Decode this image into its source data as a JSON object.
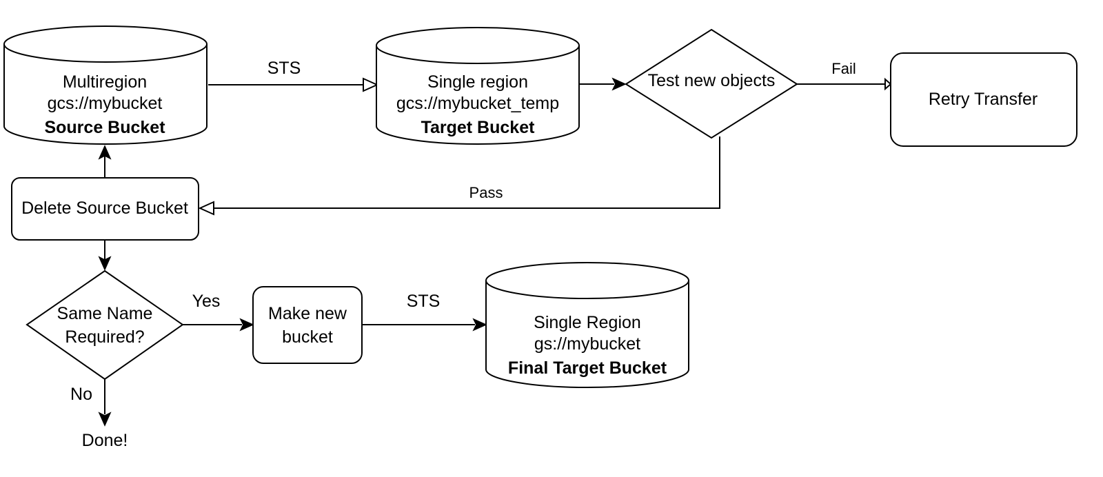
{
  "nodes": {
    "source_bucket": {
      "line1": "Multiregion",
      "line2": "gcs://mybucket",
      "line3": "Source Bucket"
    },
    "target_bucket": {
      "line1": "Single region",
      "line2": "gcs://mybucket_temp",
      "line3": "Target Bucket"
    },
    "test_decision": {
      "label": "Test new objects"
    },
    "retry_transfer": {
      "label": "Retry Transfer"
    },
    "delete_source": {
      "label": "Delete Source Bucket"
    },
    "same_name_decision": {
      "line1": "Same Name",
      "line2": "Required?"
    },
    "make_new_bucket": {
      "line1": "Make new",
      "line2": "bucket"
    },
    "final_bucket": {
      "line1": "Single Region",
      "line2": "gs://mybucket",
      "line3": "Final Target Bucket"
    },
    "done": {
      "label": "Done!"
    }
  },
  "edges": {
    "source_to_target": "STS",
    "test_fail": "Fail",
    "test_pass": "Pass",
    "same_name_yes": "Yes",
    "same_name_no": "No",
    "make_to_final": "STS"
  }
}
